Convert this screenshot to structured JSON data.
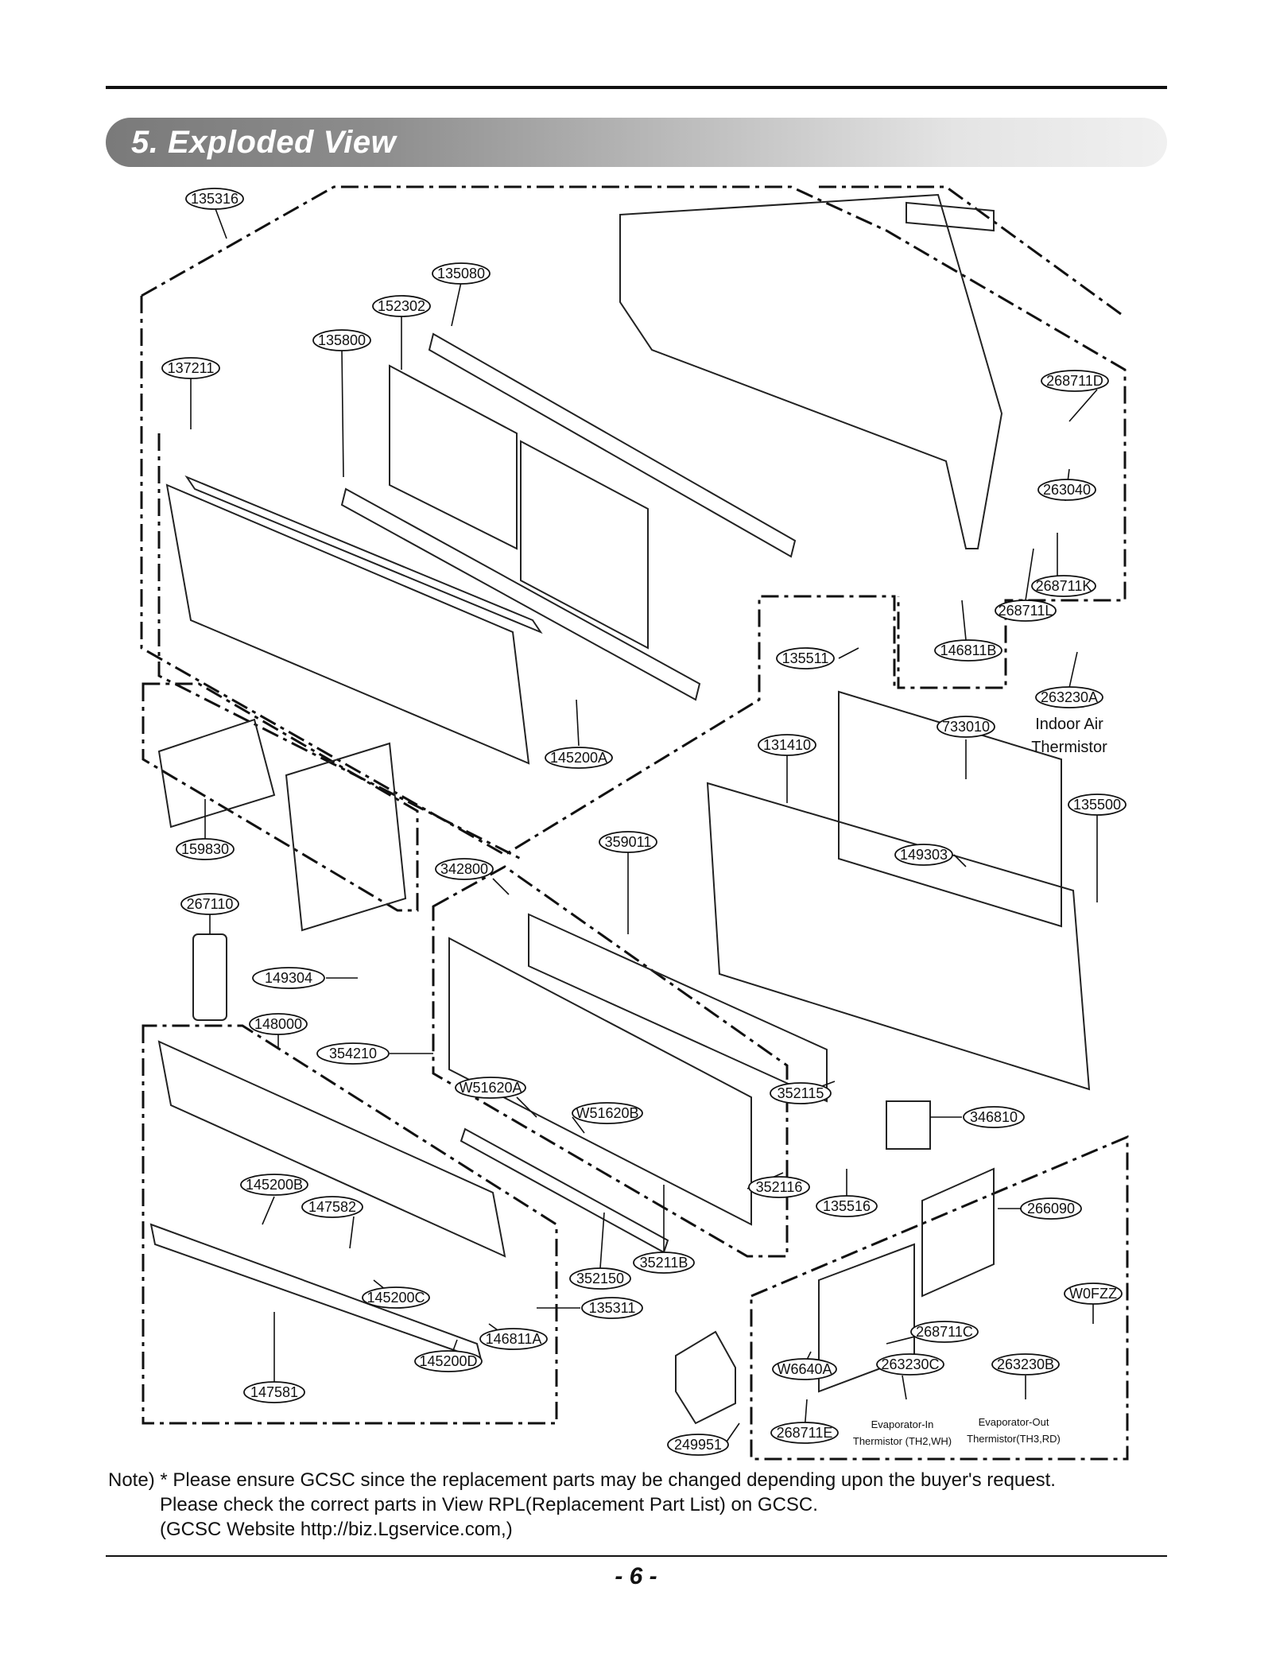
{
  "section_title": "5. Exploded View",
  "callouts": {
    "c135316": "135316",
    "c135080": "135080",
    "c152302": "152302",
    "c135800": "135800",
    "c137211": "137211",
    "c268711D": "268711D",
    "c263040": "263040",
    "c268711K": "268711K",
    "c268711L": "268711L",
    "c146811B": "146811B",
    "c135511": "135511",
    "c263230A": "263230A",
    "c733010": "733010",
    "c131410": "131410",
    "c145200A": "145200A",
    "c135500": "135500",
    "c159830": "159830",
    "c359011": "359011",
    "c149303": "149303",
    "c342800": "342800",
    "c267110": "267110",
    "c149304": "149304",
    "c148000": "148000",
    "c354210": "354210",
    "cW51620A": "W51620A",
    "cW51620B": "W51620B",
    "c352115": "352115",
    "c346810": "346810",
    "c145200B": "145200B",
    "c147582": "147582",
    "c352116": "352116",
    "c135516": "135516",
    "c266090": "266090",
    "c35211B": "35211B",
    "c352150": "352150",
    "c145200C": "145200C",
    "c135311": "135311",
    "cW0FZZ": "W0FZZ",
    "c146811A": "146811A",
    "c268711C": "268711C",
    "c145200D": "145200D",
    "cW6640A": "W6640A",
    "c263230C": "263230C",
    "c263230B": "263230B",
    "c147581": "147581",
    "c268711E": "268711E",
    "c249951": "249951"
  },
  "labels": {
    "indoor_air": "Indoor Air",
    "thermistor": "Thermistor",
    "evap_in": "Evaporator-In",
    "evap_in_sub": "Thermistor (TH2,WH)",
    "evap_out": "Evaporator-Out",
    "evap_out_sub": "Thermistor(TH3,RD)"
  },
  "note": {
    "line1": "Note) * Please ensure GCSC since the replacement parts may be changed depending upon the buyer's request.",
    "line2": "Please check  the correct parts in View RPL(Replacement Part List) on GCSC.",
    "line3": "(GCSC Website  http://biz.Lgservice.com,)"
  },
  "page_number": "- 6 -"
}
